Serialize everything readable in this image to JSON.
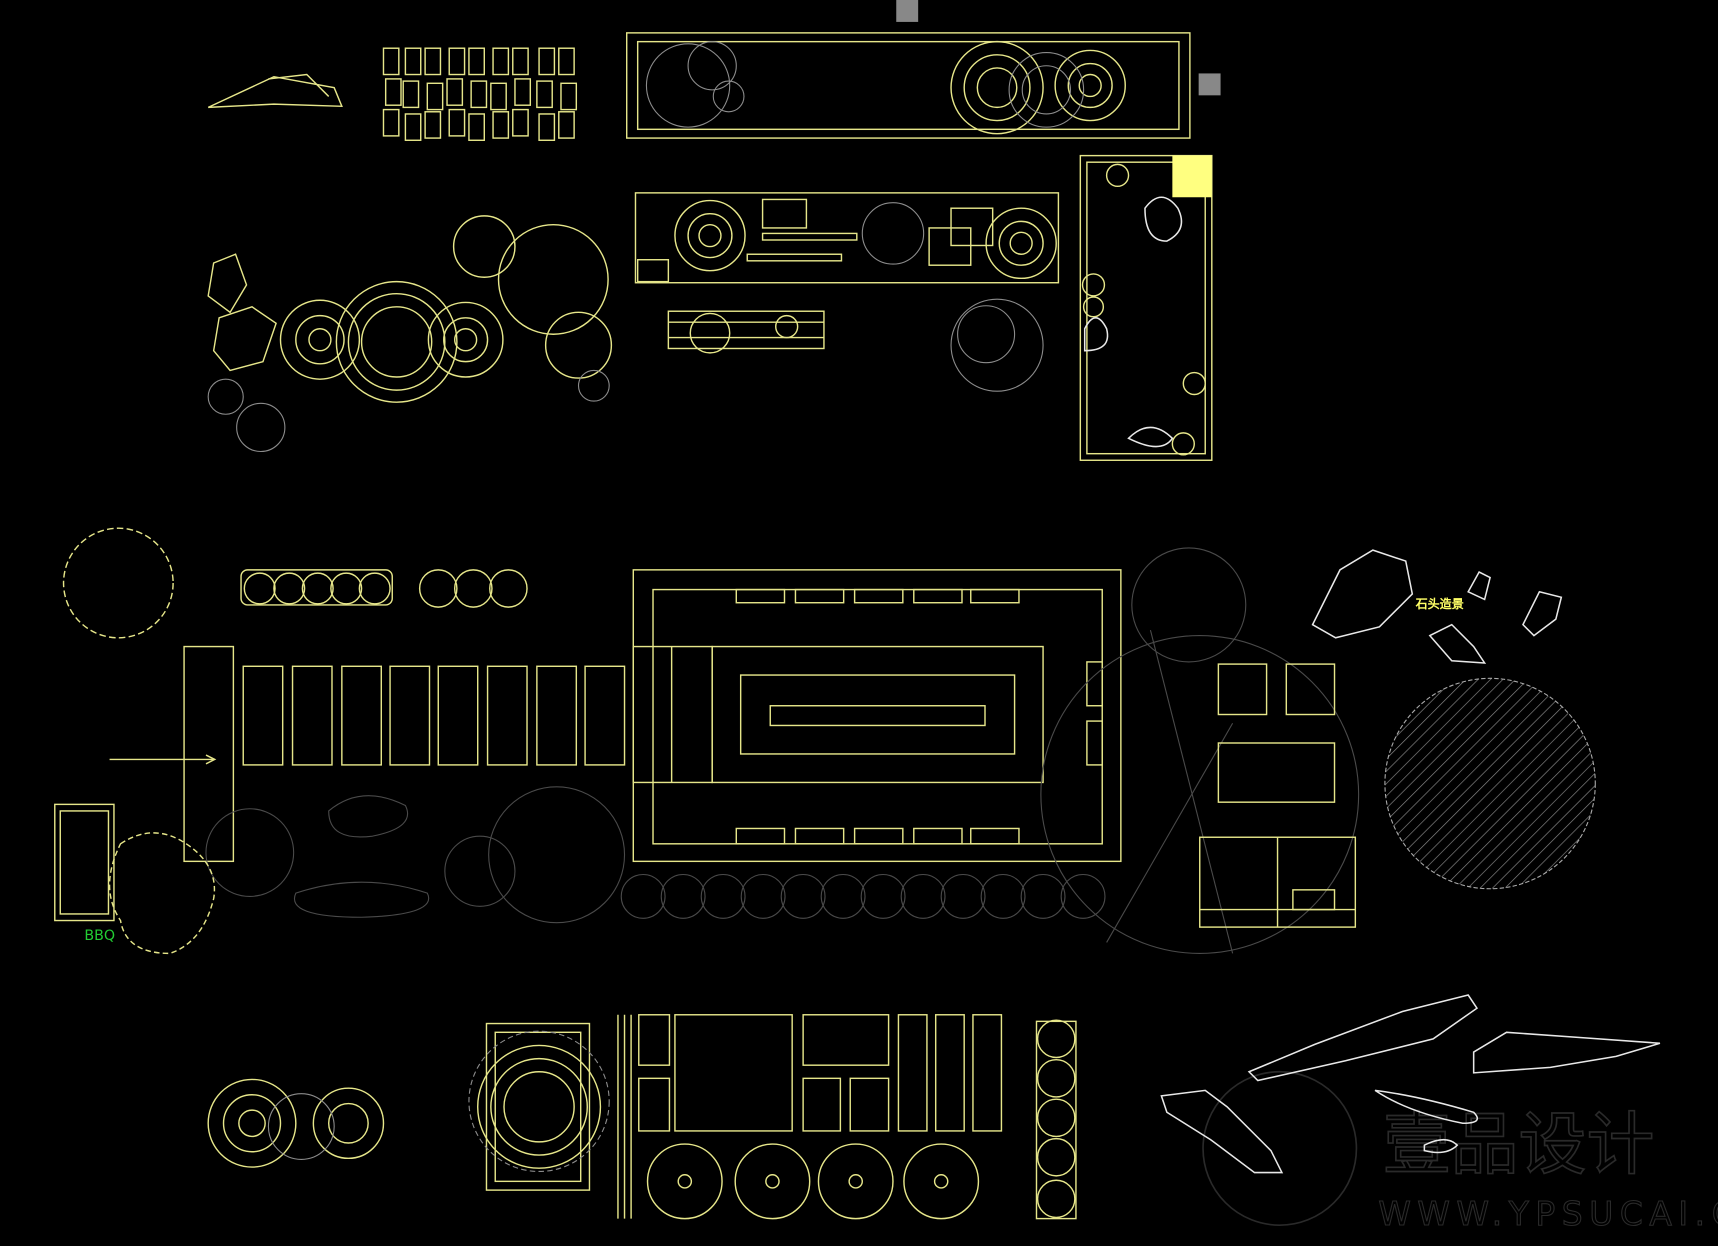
{
  "labels": {
    "rock_landscape": "石头造景",
    "bbq": "BBQ"
  },
  "watermark": {
    "brand": "壹品设计",
    "url": "WWW.YPSUCAI.COM"
  },
  "colors": {
    "background": "#000000",
    "linework_yellow": "#e6e68a",
    "linework_gray": "#8c8c8c",
    "linework_white": "#e8e8e8",
    "bbq_green": "#22cc33",
    "label_yellow": "#ffff66",
    "marker_gray": "#888888",
    "highlight_block": "#ffff80"
  }
}
